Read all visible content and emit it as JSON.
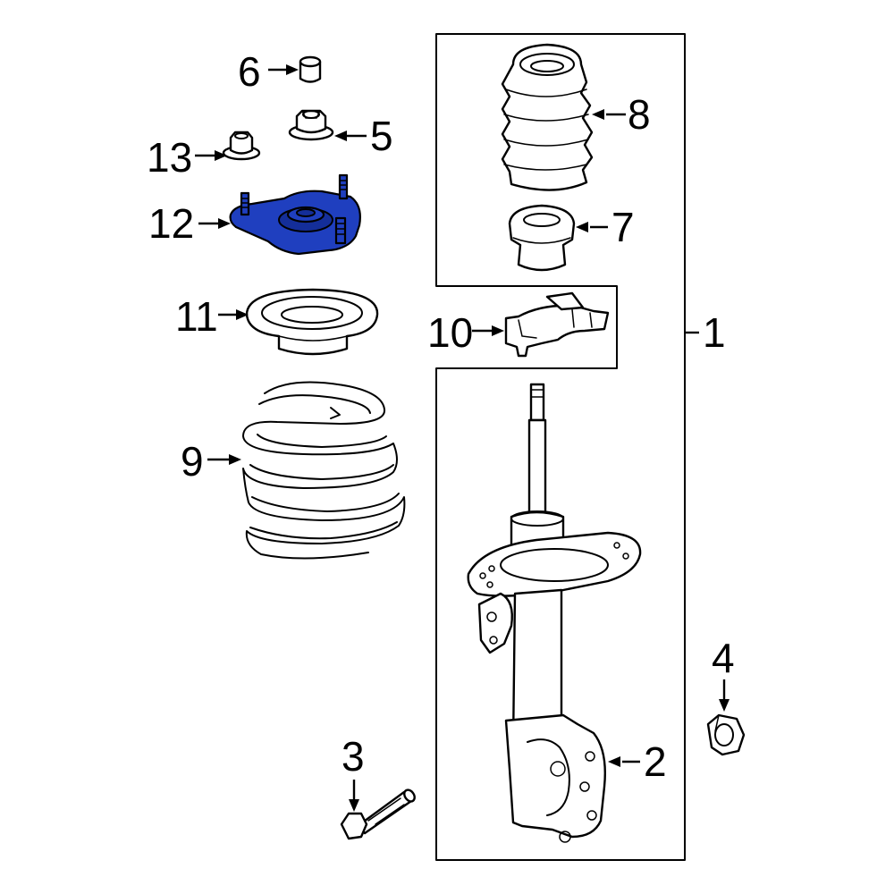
{
  "callouts": {
    "c1": "1",
    "c2": "2",
    "c3": "3",
    "c4": "4",
    "c5": "5",
    "c6": "6",
    "c7": "7",
    "c8": "8",
    "c9": "9",
    "c10": "10",
    "c11": "11",
    "c12": "12",
    "c13": "13"
  },
  "colors": {
    "highlight": "#1f3fbf",
    "line": "#000000",
    "background": "#ffffff"
  },
  "highlighted_part": "12"
}
